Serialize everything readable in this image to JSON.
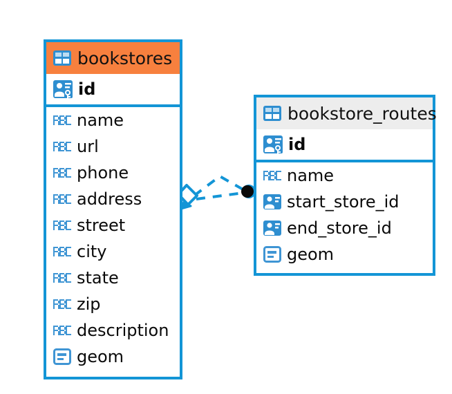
{
  "diagram": {
    "kind": "entity-relationship-diagram",
    "background_color": "#ffffff",
    "accent_color": "#1395d6",
    "highlight_color": "#f7803e",
    "header_grey": "#ededed"
  },
  "entities": [
    {
      "name": "bookstores",
      "header_style": "orange",
      "table_icon": "table-icon",
      "primary_key": {
        "label": "id",
        "icon": "primary-key-icon"
      },
      "fields": [
        {
          "label": "name",
          "icon": "abc-text-icon"
        },
        {
          "label": "url",
          "icon": "abc-text-icon"
        },
        {
          "label": "phone",
          "icon": "abc-text-icon"
        },
        {
          "label": "address",
          "icon": "abc-text-icon"
        },
        {
          "label": "street",
          "icon": "abc-text-icon"
        },
        {
          "label": "city",
          "icon": "abc-text-icon"
        },
        {
          "label": "state",
          "icon": "abc-text-icon"
        },
        {
          "label": "zip",
          "icon": "abc-text-icon"
        },
        {
          "label": "description",
          "icon": "abc-text-icon"
        },
        {
          "label": "geom",
          "icon": "geometry-icon"
        }
      ]
    },
    {
      "name": "bookstore_routes",
      "header_style": "grey",
      "table_icon": "table-icon",
      "primary_key": {
        "label": "id",
        "icon": "primary-key-icon"
      },
      "fields": [
        {
          "label": "name",
          "icon": "abc-text-icon"
        },
        {
          "label": "start_store_id",
          "icon": "foreign-key-icon"
        },
        {
          "label": "end_store_id",
          "icon": "foreign-key-icon"
        },
        {
          "label": "geom",
          "icon": "geometry-icon"
        }
      ]
    }
  ],
  "relationship": {
    "source_entity": "bookstores",
    "target_entity": "bookstore_routes",
    "source_marker": "diamond-pin-marker",
    "target_marker": "filled-circle-marker",
    "line_style": "dashed",
    "line_color": "#1395d6",
    "connector_count": 2
  }
}
